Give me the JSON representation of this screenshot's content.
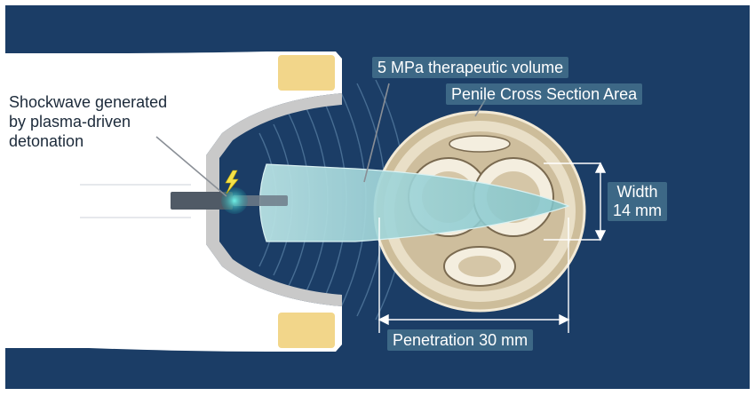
{
  "labels": {
    "shockwave_line1": "Shockwave generated",
    "shockwave_line2": "by plasma-driven",
    "shockwave_line3": "detonation",
    "therapeutic_volume": "5 MPa therapeutic volume",
    "cross_section": "Penile Cross Section Area",
    "width_line1": "Width",
    "width_line2": "14 mm",
    "penetration": "Penetration 30 mm"
  },
  "colors": {
    "background": "#1b3d66",
    "applicator": "#ffffff",
    "applicator_inner": "#c9c9c9",
    "membrane_cap": "#f2d68a",
    "beam": "#9fd4d8",
    "spark": "#f4e24a"
  },
  "icons": [
    "spark-icon"
  ]
}
